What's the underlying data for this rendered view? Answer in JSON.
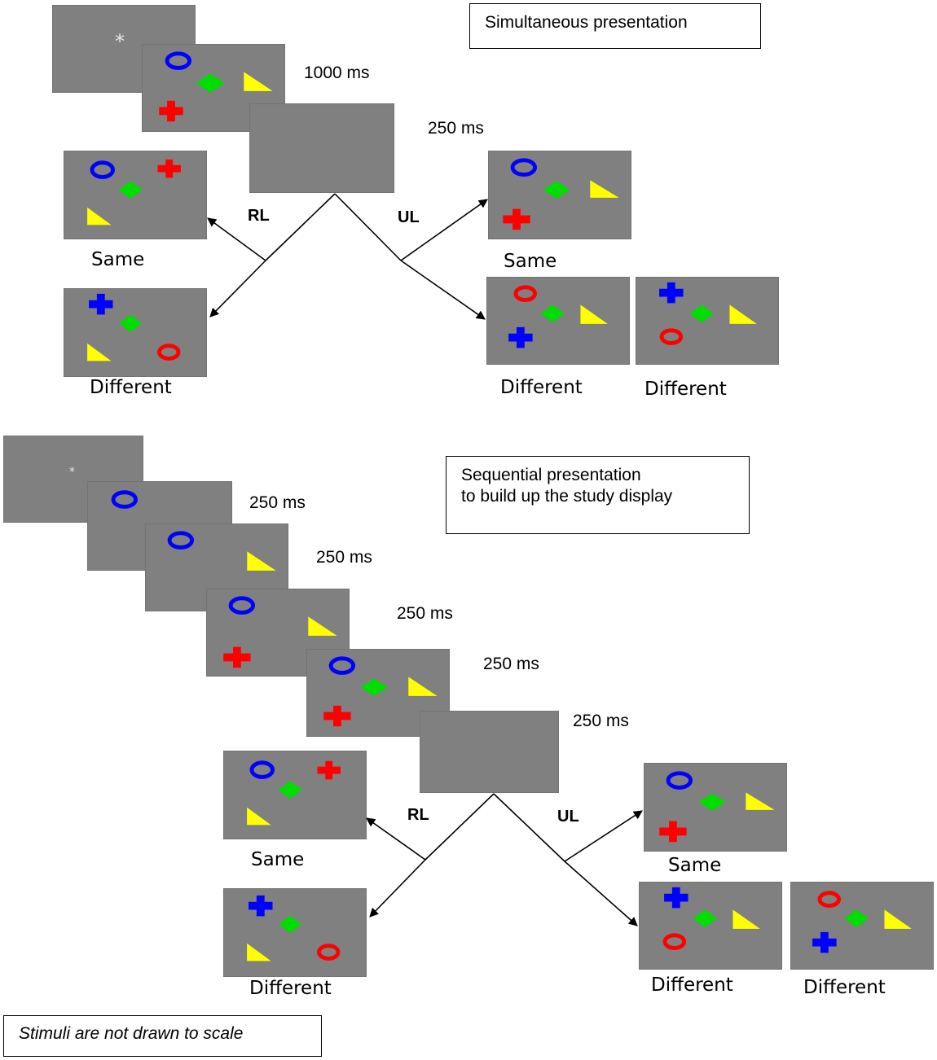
{
  "titles": {
    "simultaneous": "Simultaneous presentation",
    "sequential_line1": "Sequential presentation",
    "sequential_line2": "to build up the study display"
  },
  "note": "Stimuli are not drawn to scale",
  "fixation_symbol": "*",
  "timings": {
    "sim_stimulus": "1000 ms",
    "sim_blank": "250 ms",
    "seq_1": "250 ms",
    "seq_2": "250 ms",
    "seq_3": "250 ms",
    "seq_4": "250 ms",
    "seq_5": "250 ms"
  },
  "routes": {
    "rl": "RL",
    "ul": "UL"
  },
  "conditions": {
    "same": "Same",
    "different": "Different"
  },
  "colors": {
    "panel_gray": "#808080",
    "blue": "#0000ff",
    "green": "#00dd00",
    "yellow": "#ffff00",
    "red": "#ff0000",
    "fixation": "#e8e8e8"
  },
  "shapes": [
    "blue-ring-icon",
    "green-diamond-icon",
    "yellow-triangle-icon",
    "red-cross-icon"
  ]
}
